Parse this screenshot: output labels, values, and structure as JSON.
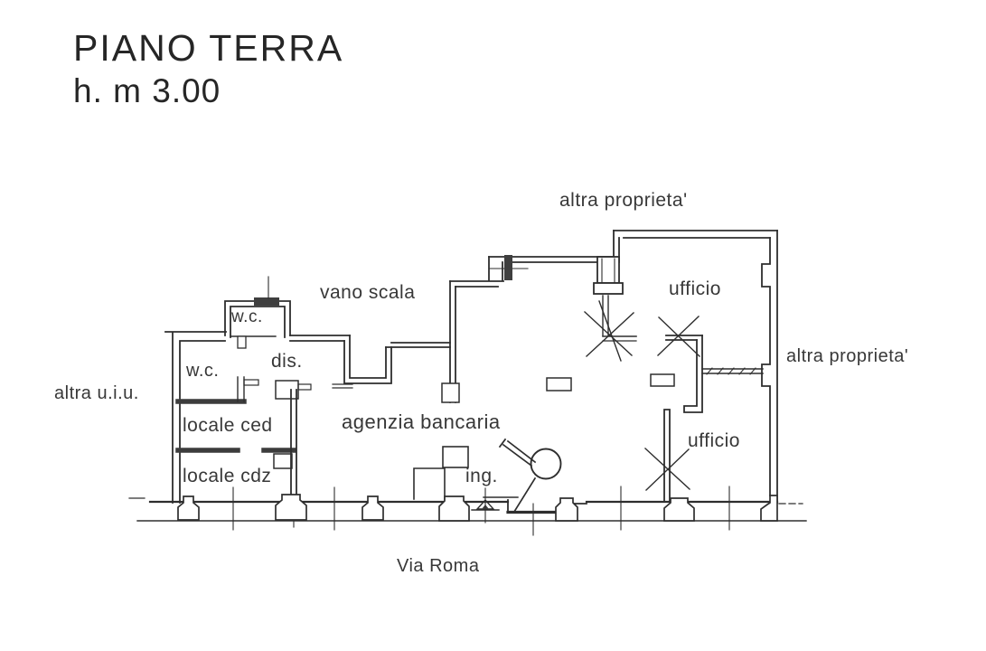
{
  "title": {
    "line1": "PIANO TERRA",
    "line2": "h. m 3.00"
  },
  "labels": {
    "altra_proprieta_top": "altra proprieta'",
    "altra_proprieta_right": "altra proprieta'",
    "altra_uiu": "altra u.i.u.",
    "vano_scala": "vano scala",
    "wc_upper": "w.c.",
    "wc_left": "w.c.",
    "dis": "dis.",
    "locale_ced": "locale ced",
    "locale_cdz": "locale cdz",
    "agenzia_bancaria": "agenzia bancaria",
    "ing": "ing.",
    "ufficio_top": "ufficio",
    "ufficio_bottom": "ufficio",
    "via_roma": "Via Roma"
  },
  "style": {
    "ink_color": "#2e2e2e",
    "paper_color": "#ffffff"
  }
}
